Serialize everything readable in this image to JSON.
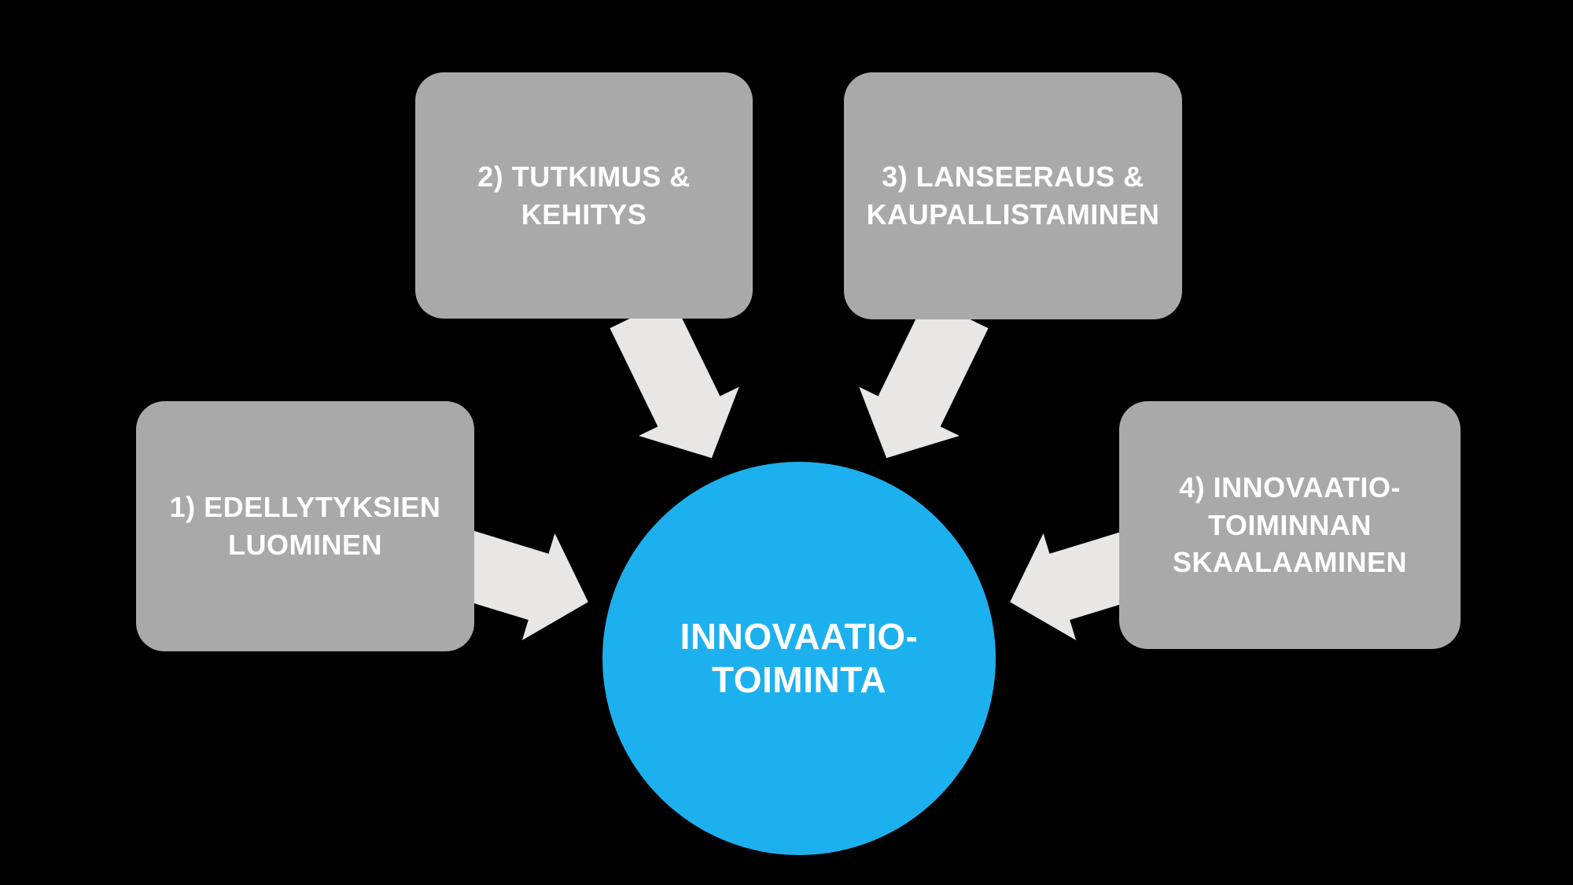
{
  "colors": {
    "background": "#000000",
    "node_box": "#a9a9a9",
    "arrow": "#e8e7e5",
    "center_circle": "#1cb0ef",
    "label_text": "#ffffff"
  },
  "nodes": {
    "step1": {
      "label": "1) EDELLYTYKSIEN\nLUOMINEN"
    },
    "step2": {
      "label": "2) TUTKIMUS &\nKEHITYS"
    },
    "step3": {
      "label": "3) LANSEERAUS &\nKAUPALLISTAMINEN"
    },
    "step4": {
      "label": "4) INNOVAATIO-\nTOIMINNAN\nSKAALAAMINEN"
    },
    "center": {
      "label": "INNOVAATIO-\nTOIMINTA"
    }
  },
  "arrows": [
    {
      "name": "arrow-step1-to-center",
      "from": "step1",
      "to": "center"
    },
    {
      "name": "arrow-step2-to-center",
      "from": "step2",
      "to": "center"
    },
    {
      "name": "arrow-step3-to-center",
      "from": "step3",
      "to": "center"
    },
    {
      "name": "arrow-step4-to-center",
      "from": "step4",
      "to": "center"
    }
  ]
}
